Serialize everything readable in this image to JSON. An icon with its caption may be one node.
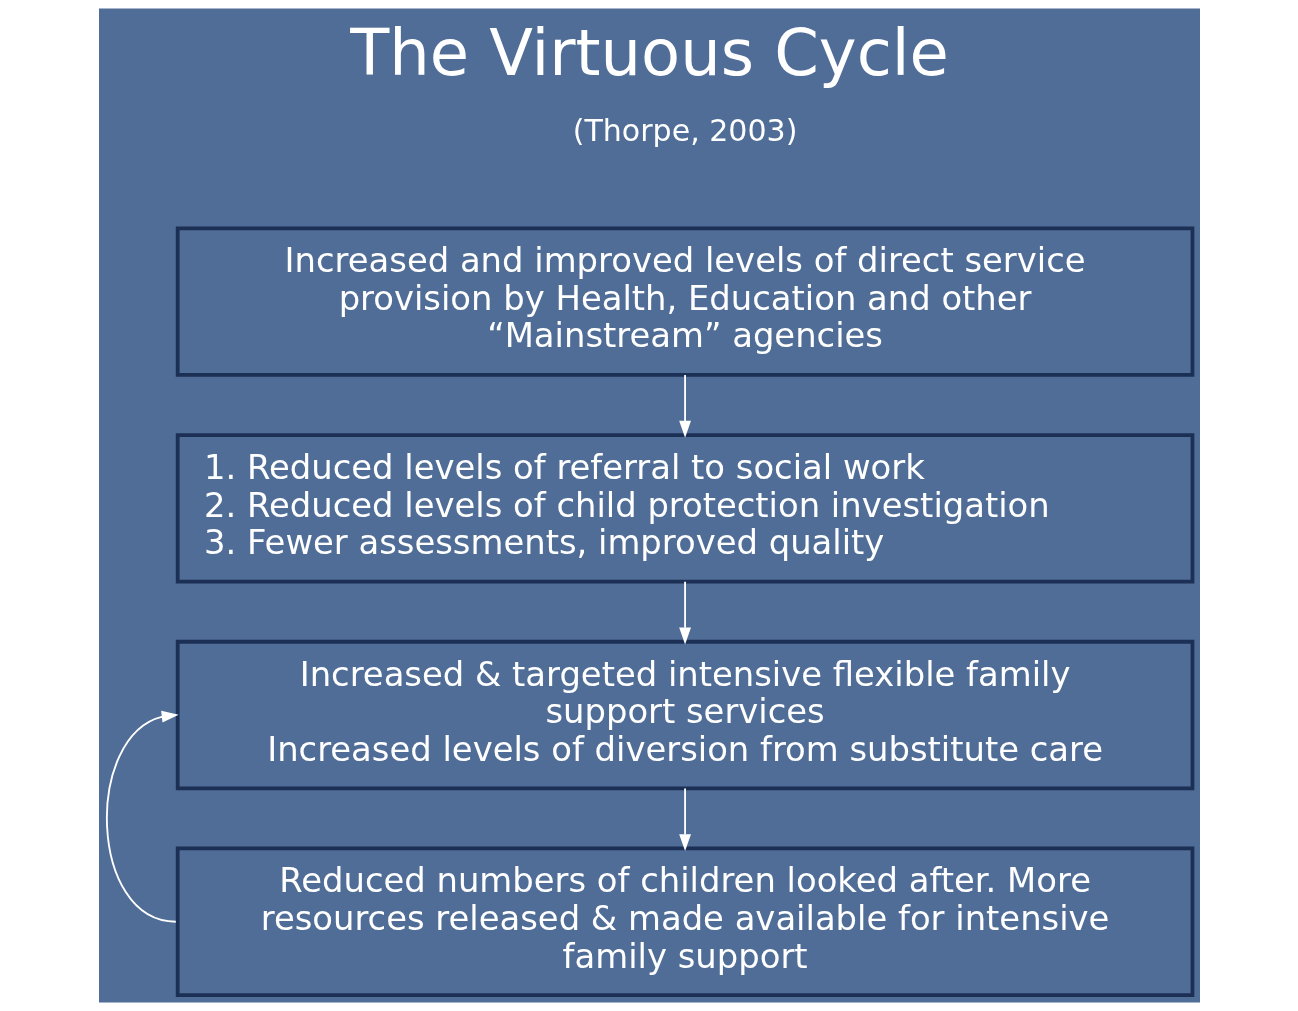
{
  "diagram": {
    "title": "The Virtuous Cycle",
    "nodes": [
      {
        "text": [
          "Increased and improved levels of direct service provision by Health, Education and other “Mainstream” agencies"
        ]
      },
      {
        "text": [
          "1. Reduced levels of referral to social work",
          "2. Reduced levels of child protection investigation",
          "3. Fewer assessments, improved quality"
        ]
      },
      {
        "text": [
          "Increased & targeted intensive flexible family support services",
          "Increased levels of diversion from substitute care"
        ]
      },
      {
        "text": [
          "Reduced numbers of children looked after. More resources released & made available for intensive family support"
        ]
      }
    ],
    "edges": [
      {
        "from": 0,
        "to": 1,
        "arrow": "to"
      },
      {
        "from": 1,
        "to": 2,
        "arrow": "to"
      },
      {
        "from": 2,
        "to": 3,
        "arrow": "to"
      },
      {
        "from": 3,
        "to": 2,
        "arrow": "to"
      }
    ],
    "labels": [
      "(Thorpe, 2003)"
    ]
  }
}
